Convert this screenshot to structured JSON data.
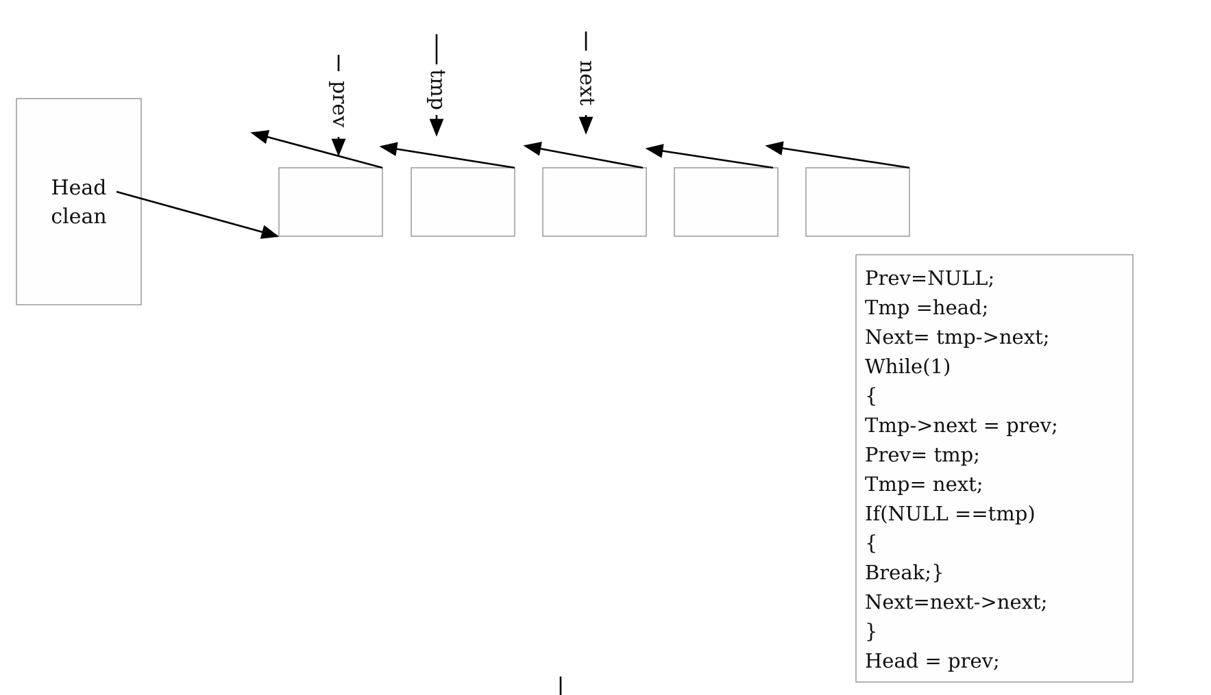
{
  "head_box": {
    "label_line1": "Head",
    "label_line2": "clean"
  },
  "pointers": {
    "prev": "prev",
    "tmp": "tmp",
    "next": "next"
  },
  "list_nodes": [
    "",
    "",
    "",
    "",
    ""
  ],
  "code": {
    "lines": [
      "Prev=NULL;",
      "Tmp =head;",
      "Next= tmp->next;",
      "While(1)",
      "{",
      "Tmp->next = prev;",
      "Prev= tmp;",
      "Tmp= next;",
      "If(NULL ==tmp)",
      "{",
      "Break;}",
      "Next=next->next;",
      "}",
      "Head = prev;"
    ]
  }
}
